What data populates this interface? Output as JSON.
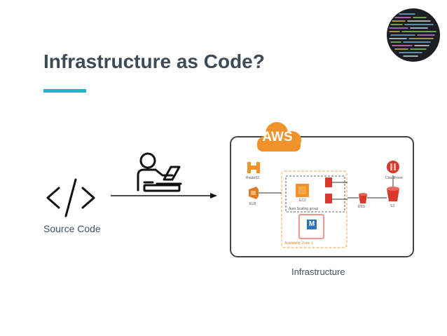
{
  "slide": {
    "title": "Infrastructure as Code?",
    "source_label": "Source Code",
    "infrastructure_label": "Infrastructure"
  },
  "aws": {
    "badge": "AWS",
    "labels": {
      "route53": "Route53",
      "elb": "ELB",
      "ec2": "EC2",
      "auto_scaling_group": "Auto Scaling group",
      "ebs": "EBS",
      "s3": "S3",
      "cloudfront": "CloudFront",
      "rds": "M",
      "availability_zone": "Availability Zone 1"
    }
  },
  "colors": {
    "title": "#3d4a57",
    "accent": "#1fb7c9",
    "aws_orange": "#f2922b",
    "aws_red": "#d9392b",
    "rds_blue": "#2d72b8",
    "box_border": "#444444",
    "zone_dash": "#f0a94a"
  },
  "icons": [
    "code-brackets-icon",
    "developer-laptop-icon",
    "arrow-right-icon",
    "aws-cloud-icon",
    "code-editor-badge-icon"
  ]
}
